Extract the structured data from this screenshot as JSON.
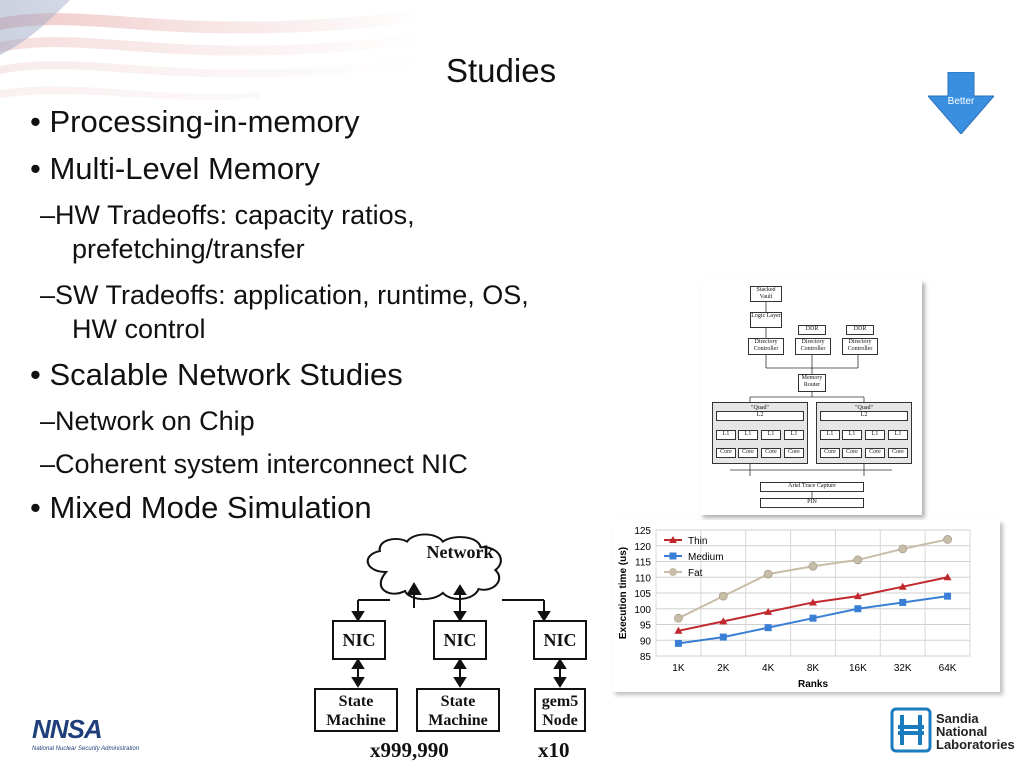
{
  "slide": {
    "title": "Studies",
    "bullets": [
      "• Processing-in-memory",
      "• Multi-Level Memory",
      "• Scalable Network Studies",
      "• Mixed Mode Simulation"
    ],
    "sub_bullets": {
      "hw_line1": "–HW Tradeoffs: capacity ratios,",
      "hw_line2": "prefetching/transfer",
      "sw_line1": "–SW Tradeoffs: application, runtime, OS,",
      "sw_line2": "HW control",
      "noc": "–Network on Chip",
      "nic": "–Coherent system interconnect NIC"
    },
    "better_label": "Better"
  },
  "architecture_diagram": {
    "stacked_vault": "Stacked Vault",
    "logic_layer": "Logic Layer",
    "ddr1": "DDR",
    "ddr2": "DDR",
    "dir1": "Directory Controller",
    "dir2": "Directory Controller",
    "dir3": "Directory Controller",
    "memory_router": "Memory Router",
    "quad1": "\"Quad\"",
    "quad2": "\"Quad\"",
    "l2a": "L2",
    "l2b": "L2",
    "l1": "L1",
    "core": "Core",
    "ariel": "Ariel Trace Capture",
    "pin": "PIN"
  },
  "network_diagram": {
    "cloud": "Network",
    "nic_labels": [
      "NIC",
      "NIC",
      "NIC"
    ],
    "node_line1": [
      "State",
      "State",
      "gem5"
    ],
    "node_line2": [
      "Machine",
      "Machine",
      "Node"
    ],
    "mult1": "x999,990",
    "mult2": "x10"
  },
  "logos": {
    "nnsa": "NNSA",
    "nnsa_sub": "National Nuclear Security Administration",
    "sandia_line1": "Sandia",
    "sandia_line2": "National",
    "sandia_line3": "Laboratories"
  },
  "colors": {
    "thin": "#c0282d",
    "medium": "#3a7fd5",
    "fat": "#c8bda8",
    "better_arrow": "#3a8fe0"
  },
  "chart_data": {
    "type": "line",
    "categories": [
      "1K",
      "2K",
      "4K",
      "8K",
      "16K",
      "32K",
      "64K"
    ],
    "series": [
      {
        "name": "Thin",
        "values": [
          93,
          96,
          99,
          102,
          104,
          107,
          110
        ]
      },
      {
        "name": "Medium",
        "values": [
          89,
          91,
          94,
          97,
          100,
          102,
          104
        ]
      },
      {
        "name": "Fat",
        "values": [
          97,
          104,
          111,
          113.5,
          115.5,
          119,
          122
        ]
      }
    ],
    "xlabel": "Ranks",
    "ylabel": "Execution time (us)",
    "ylim": [
      85,
      125
    ],
    "yticks": [
      85,
      90,
      95,
      100,
      105,
      110,
      115,
      120,
      125
    ],
    "grid": true,
    "legend": "top-left"
  }
}
